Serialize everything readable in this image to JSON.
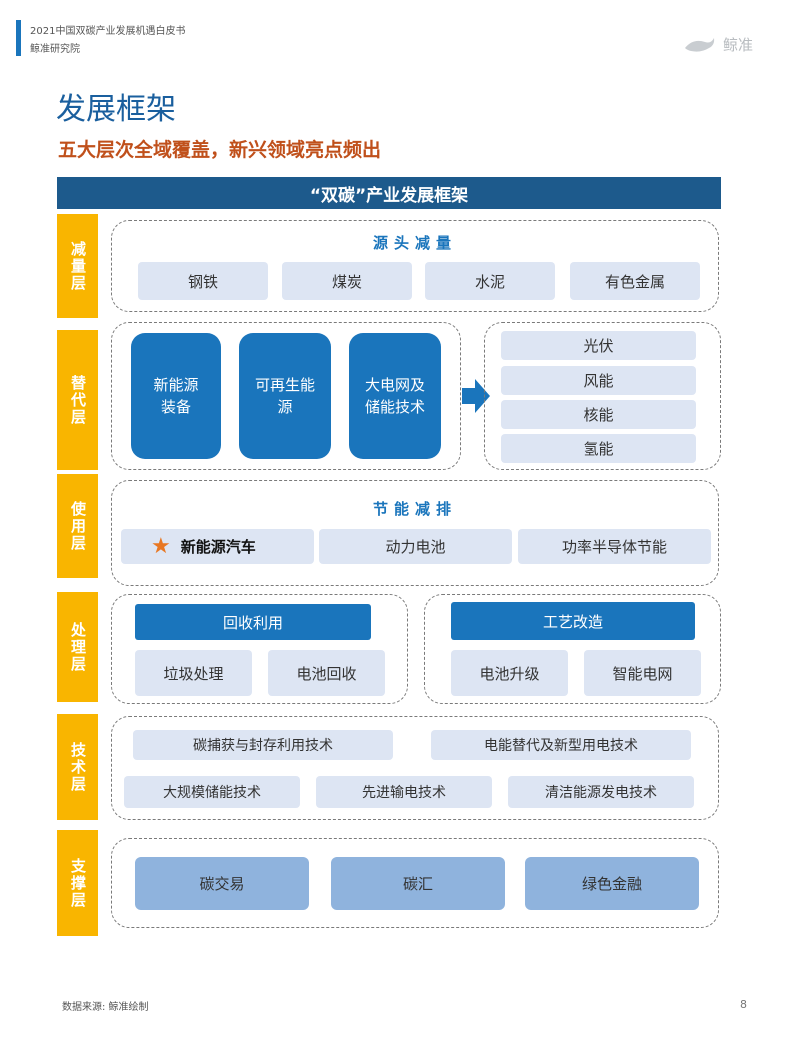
{
  "header": {
    "report_title": "2021中国双碳产业发展机遇白皮书",
    "org": "鲸准研究院",
    "logo_text": "鲸准"
  },
  "page": {
    "title": "发展框架",
    "subtitle": "五大层次全域覆盖，新兴领域亮点频出"
  },
  "framework": {
    "banner": "“双碳”产业发展框架",
    "layers": {
      "reduction": {
        "tag": "减量层",
        "heading": "源头减量",
        "items": [
          "钢铁",
          "煤炭",
          "水泥",
          "有色金属"
        ]
      },
      "substitution": {
        "tag": "替代层",
        "main_items": [
          "新能源装备",
          "可再生能源",
          "大电网及储能技术"
        ],
        "energy_items": [
          "光伏",
          "风能",
          "核能",
          "氢能"
        ]
      },
      "usage": {
        "tag": "使用层",
        "heading": "节能减排",
        "items": [
          "新能源汽车",
          "动力电池",
          "功率半导体节能"
        ]
      },
      "processing": {
        "tag": "处理层",
        "recycle": {
          "title": "回收利用",
          "items": [
            "垃圾处理",
            "电池回收"
          ]
        },
        "process_upgrade": {
          "title": "工艺改造",
          "items": [
            "电池升级",
            "智能电网"
          ]
        }
      },
      "technology": {
        "tag": "技术层",
        "row1": [
          "碳捕获与封存利用技术",
          "电能替代及新型用电技术"
        ],
        "row2": [
          "大规模储能技术",
          "先进输电技术",
          "清洁能源发电技术"
        ]
      },
      "support": {
        "tag": "支撑层",
        "items": [
          "碳交易",
          "碳汇",
          "绿色金融"
        ]
      }
    }
  },
  "footer": {
    "source": "数据来源: 鲸准绘制",
    "page_number": "8"
  },
  "colors": {
    "accent_blue": "#1a75bc",
    "banner_blue": "#1d5a8c",
    "layer_tag_yellow": "#f9b500",
    "subtitle_orange": "#c0501b",
    "light_cell": "#dde5f3",
    "support_cell": "#8fb3dd",
    "star": "#e87722"
  },
  "icons": [
    "whale-logo-icon",
    "star-icon",
    "right-arrow-icon"
  ]
}
